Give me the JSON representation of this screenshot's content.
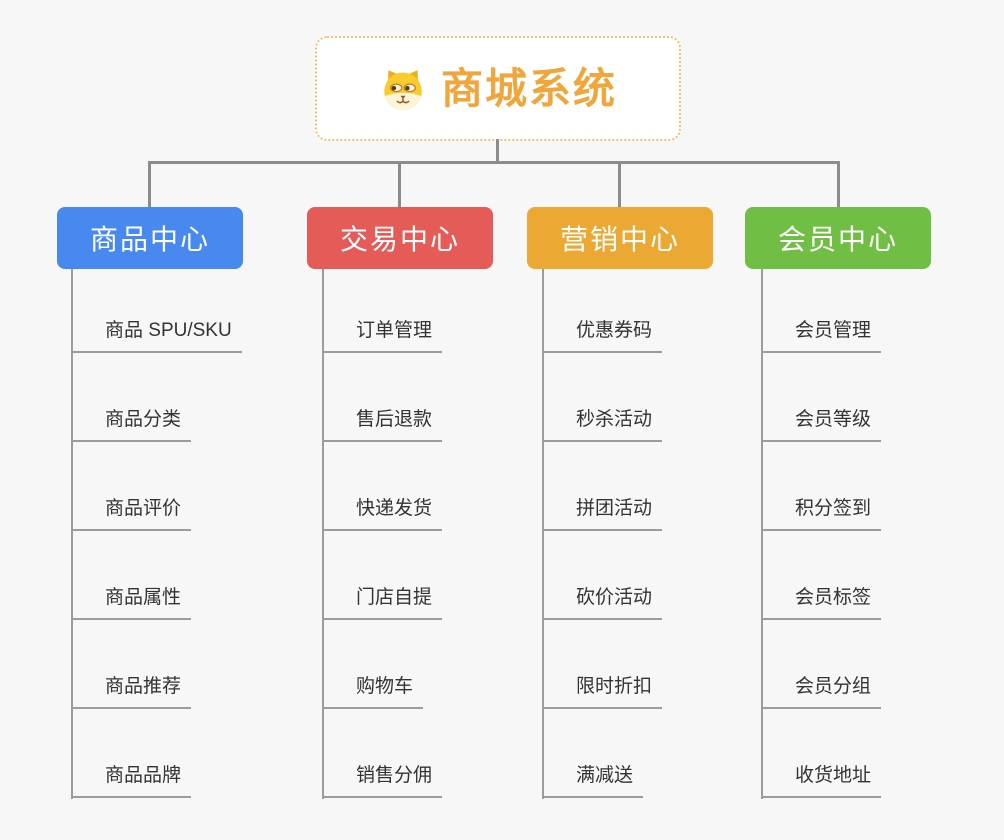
{
  "root": {
    "title": "商城系统",
    "icon": "dog-face-icon",
    "title_color": "#F0A63C",
    "border_color": "#F2C169"
  },
  "canvas": {
    "background": "#F7F7F7",
    "connector_color": "#8C8C8C",
    "underline_color": "#9C9C9C",
    "item_text_color": "#333333"
  },
  "branches": [
    {
      "label": "商品中心",
      "color": "#4789EF",
      "items": [
        "商品 SPU/SKU",
        "商品分类",
        "商品评价",
        "商品属性",
        "商品推荐",
        "商品品牌"
      ]
    },
    {
      "label": "交易中心",
      "color": "#E55B58",
      "items": [
        "订单管理",
        "售后退款",
        "快递发货",
        "门店自提",
        "购物车",
        "销售分佣"
      ]
    },
    {
      "label": "营销中心",
      "color": "#EBA832",
      "items": [
        "优惠券码",
        "秒杀活动",
        "拼团活动",
        "砍价活动",
        "限时折扣",
        "满减送"
      ]
    },
    {
      "label": "会员中心",
      "color": "#70BE44",
      "items": [
        "会员管理",
        "会员等级",
        "积分签到",
        "会员标签",
        "会员分组",
        "收货地址"
      ]
    }
  ]
}
